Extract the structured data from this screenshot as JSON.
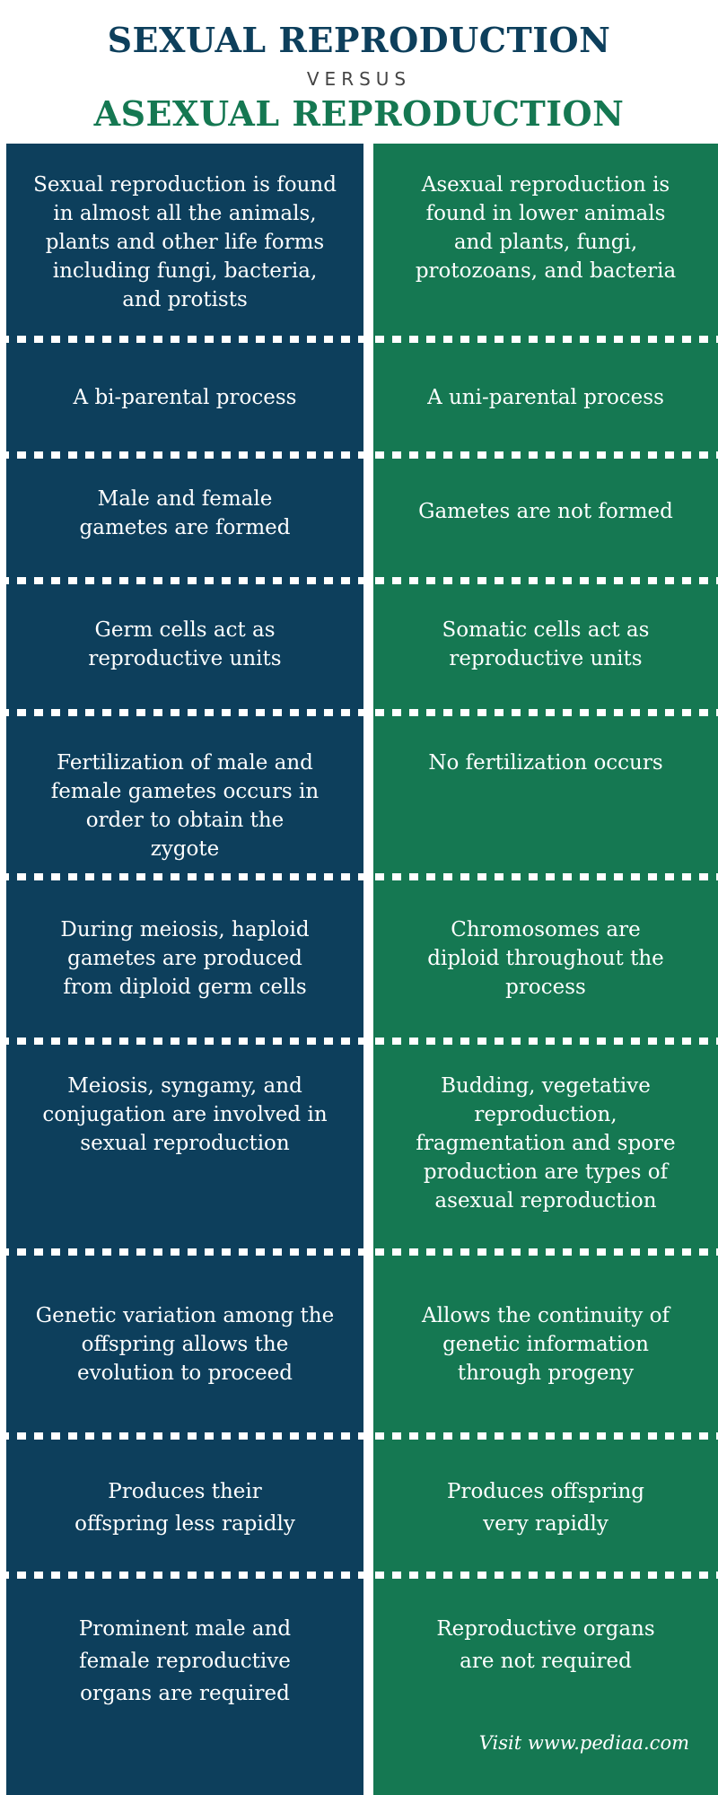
{
  "header": {
    "title_top": "SEXUAL REPRODUCTION",
    "versus": "VERSUS",
    "title_bottom": "ASEXUAL REPRODUCTION"
  },
  "colors": {
    "sexual": "#0d3f5c",
    "asexual": "#157852",
    "background": "#ffffff"
  },
  "rows": [
    {
      "sexual": "Sexual reproduction is found in almost all the animals, plants and other life forms including fungi, bacteria, and protists",
      "asexual": "Asexual reproduction is found in lower animals and plants, fungi, protozoans, and bacteria"
    },
    {
      "sexual": "A bi-parental process",
      "asexual": "A uni-parental process"
    },
    {
      "sexual": "Male and female gametes are formed",
      "asexual": "Gametes are not formed"
    },
    {
      "sexual": "Germ cells act as reproductive units",
      "asexual": "Somatic cells act as reproductive units"
    },
    {
      "sexual": "Fertilization of male and female gametes occurs in order to obtain the zygote",
      "asexual": "No fertilization occurs"
    },
    {
      "sexual": "During meiosis, haploid gametes are produced from diploid germ cells",
      "asexual": "Chromosomes are diploid throughout the process"
    },
    {
      "sexual": "Meiosis, syngamy, and conjugation are involved in sexual reproduction",
      "asexual": "Budding, vegetative reproduction, fragmentation and spore production are types of asexual reproduction"
    },
    {
      "sexual": "Genetic variation among the offspring allows the evolution to proceed",
      "asexual": "Allows the continuity of genetic information through progeny"
    },
    {
      "sexual": "Produces their offspring less rapidly",
      "asexual": "Produces offspring very rapidly"
    },
    {
      "sexual": "Prominent male and female reproductive organs are required",
      "asexual": "Reproductive organs are not required"
    }
  ],
  "footer": {
    "credit": "Visit www.pediaa.com"
  }
}
